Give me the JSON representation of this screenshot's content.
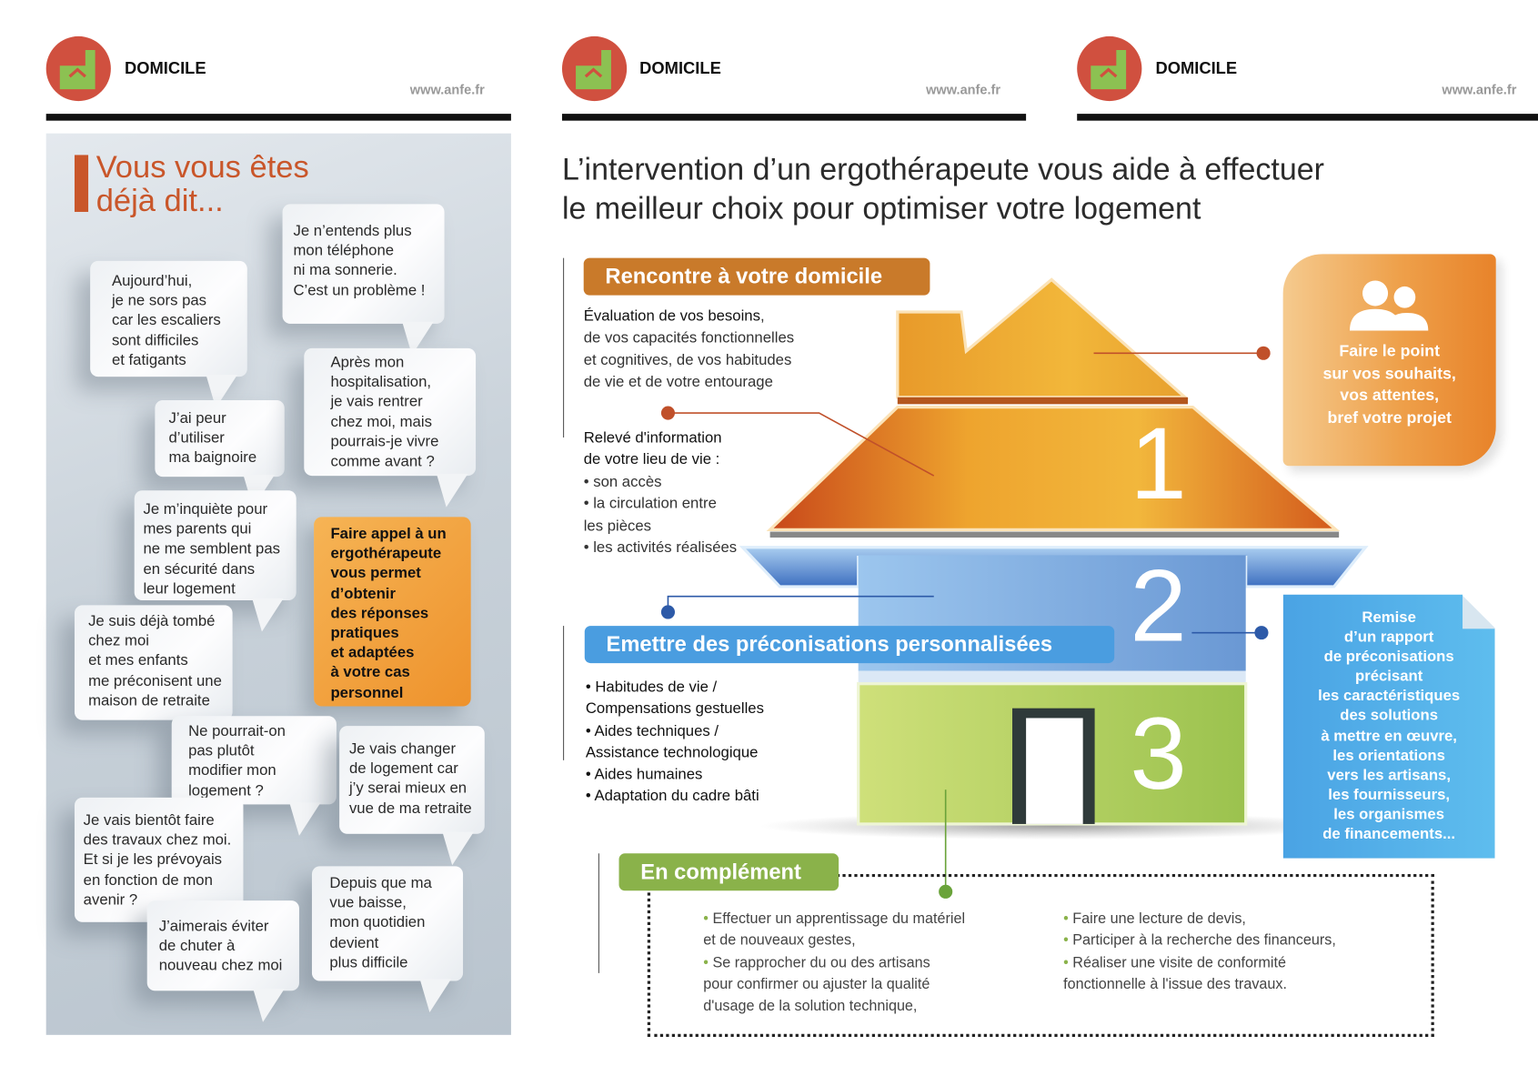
{
  "headers": [
    {
      "brand": "DOMICILE",
      "url": "www.anfe.fr"
    },
    {
      "brand": "DOMICILE",
      "url": "www.anfe.fr"
    },
    {
      "brand": "DOMICILE",
      "url": "www.anfe.fr"
    }
  ],
  "colors": {
    "logo_red": "#d0503f",
    "logo_green": "#8cc152",
    "title_orange": "#c9562a",
    "label_brown": "#c97a2a",
    "label_blue": "#4a9de0",
    "label_green": "#8ab24a"
  },
  "left_panel": {
    "title": "Vous vous êtes\ndéjà dit...",
    "bubbles": [
      "Aujourd’hui,\nje ne sors pas\ncar les escaliers\nsont difficiles\net fatigants",
      "Je n’entends plus\nmon téléphone\nni ma sonnerie.\nC’est un problème !",
      "J’ai peur\nd’utiliser\nma baignoire",
      "Après mon\nhospitalisation,\nje vais rentrer\nchez moi, mais\npourrais-je vivre\ncomme avant ?",
      "Je m’inquiète pour\nmes parents qui\nne me semblent pas\nen sécurité dans\nleur logement",
      "Faire appel à un\nergothérapeute\nvous permet\nd’obtenir\ndes réponses\npratiques\net adaptées\nà votre cas\npersonnel",
      "Je suis déjà tombé\nchez moi\net mes enfants\nme préconisent une\nmaison de retraite",
      "Ne pourrait-on\npas plutôt\nmodifier mon\nlogement ?",
      "Je vais changer\nde logement car\nj’y serai mieux en\nvue de ma retraite",
      "Je vais bientôt faire\ndes travaux chez moi.\nEt si je les prévoyais\nen fonction de mon\navenir ?",
      "Depuis que ma\nvue baisse,\nmon quotidien\ndevient\nplus difficile",
      "J’aimerais éviter\nde chuter à\nnouveau chez moi"
    ]
  },
  "main": {
    "heading": "L’intervention d’un ergothérapeute vous aide à effectuer\nle meilleur choix pour optimiser votre logement",
    "step1": {
      "label": "Rencontre à votre domicile",
      "eval_bold": "Évaluation de vos besoins",
      "eval_rest": ",\nde vos capacités fonctionnelles\net cognitives, de vos habitudes\nde vie et de votre entourage",
      "releve_title": "Relevé d'information\nde votre lieu de vie :",
      "releve_items": "• son accès\n• la circulation entre\nles pièces\n• les activités réalisées",
      "number": "1",
      "callout": "Faire le point\nsur vos souhaits,\nvos attentes,\nbref votre projet",
      "callout_icon": "people-icon"
    },
    "step2": {
      "label": "Emettre des préconisations personnalisées",
      "items": "• Habitudes de vie /\nCompensations gestuelles\n• Aides techniques /\nAssistance technologique\n• Aides humaines\n• Adaptation du cadre bâti",
      "number": "2",
      "callout": "Remise\nd’un rapport\nde préconisations\nprécisant\nles caractéristiques\ndes solutions\nà mettre en œuvre,\nles orientations\nvers les artisans,\nles fournisseurs,\nles organismes\nde financements..."
    },
    "step3": {
      "number": "3",
      "label": "En complément",
      "col1": [
        {
          "bullet": "•",
          "text": " Effectuer un apprentissage du matériel\net de nouveaux gestes,"
        },
        {
          "bullet": "•",
          "text": " Se rapprocher du ou des artisans\npour confirmer ou ajuster la qualité\nd'usage de la solution technique,"
        }
      ],
      "col2": [
        {
          "bullet": "•",
          "text": " Faire une lecture de devis,"
        },
        {
          "bullet": "•",
          "text": " Participer à la recherche des financeurs,"
        },
        {
          "bullet": "•",
          "text": " Réaliser une visite de conformité\nfonctionnelle à l'issue des travaux."
        }
      ]
    }
  }
}
